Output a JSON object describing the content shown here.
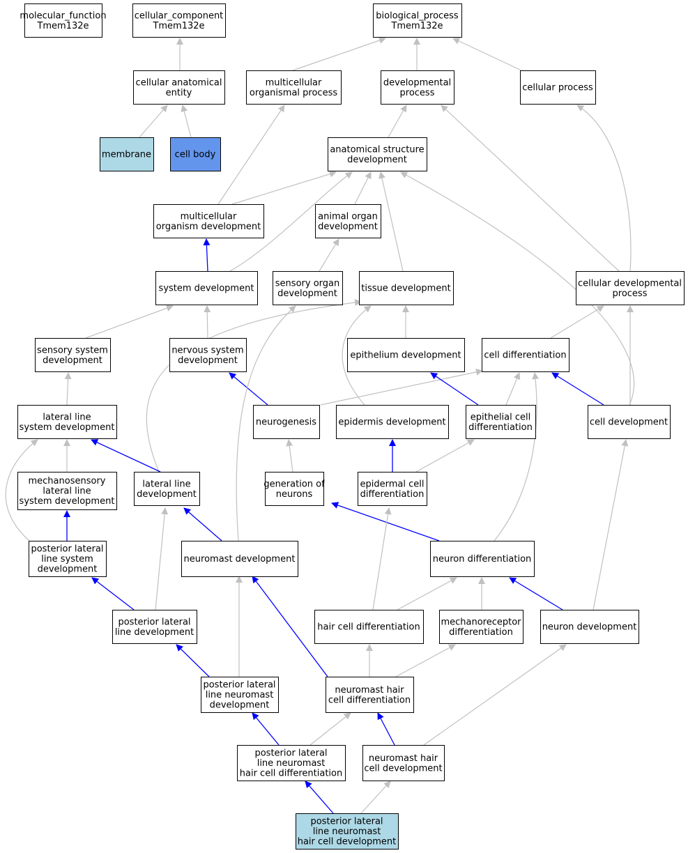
{
  "colors": {
    "is_a_edge": "#c0c0c0",
    "part_of_edge": "#0000ff",
    "default_fill": "#ffffff",
    "light_fill": "#add8e6",
    "dark_fill": "#6495ed"
  },
  "nodes": [
    {
      "id": "mf",
      "lines": [
        "molecular_function",
        "Tmem132e"
      ],
      "fill": "default"
    },
    {
      "id": "cc",
      "lines": [
        "cellular_component",
        "Tmem132e"
      ],
      "fill": "default"
    },
    {
      "id": "bp",
      "lines": [
        "biological_process",
        "Tmem132e"
      ],
      "fill": "default"
    },
    {
      "id": "cae",
      "lines": [
        "cellular anatomical",
        "entity"
      ],
      "fill": "default"
    },
    {
      "id": "mop",
      "lines": [
        "multicellular",
        "organismal process"
      ],
      "fill": "default"
    },
    {
      "id": "dp",
      "lines": [
        "developmental",
        "process"
      ],
      "fill": "default"
    },
    {
      "id": "cp",
      "lines": [
        "cellular process"
      ],
      "fill": "default"
    },
    {
      "id": "mem",
      "lines": [
        "membrane"
      ],
      "fill": "light"
    },
    {
      "id": "cb",
      "lines": [
        "cell body"
      ],
      "fill": "dark"
    },
    {
      "id": "asd",
      "lines": [
        "anatomical structure",
        "development"
      ],
      "fill": "default"
    },
    {
      "id": "mod",
      "lines": [
        "multicellular",
        "organism development"
      ],
      "fill": "default"
    },
    {
      "id": "aod",
      "lines": [
        "animal organ",
        "development"
      ],
      "fill": "default"
    },
    {
      "id": "sd",
      "lines": [
        "system development"
      ],
      "fill": "default"
    },
    {
      "id": "sod",
      "lines": [
        "sensory organ",
        "development"
      ],
      "fill": "default"
    },
    {
      "id": "td",
      "lines": [
        "tissue development"
      ],
      "fill": "default"
    },
    {
      "id": "cdp",
      "lines": [
        "cellular developmental",
        "process"
      ],
      "fill": "default"
    },
    {
      "id": "ssd",
      "lines": [
        "sensory system",
        "development"
      ],
      "fill": "default"
    },
    {
      "id": "nsd",
      "lines": [
        "nervous system",
        "development"
      ],
      "fill": "default"
    },
    {
      "id": "ed",
      "lines": [
        "epithelium development"
      ],
      "fill": "default"
    },
    {
      "id": "cdiff",
      "lines": [
        "cell differentiation"
      ],
      "fill": "default"
    },
    {
      "id": "llsd",
      "lines": [
        "lateral line",
        "system development"
      ],
      "fill": "default"
    },
    {
      "id": "ng",
      "lines": [
        "neurogenesis"
      ],
      "fill": "default"
    },
    {
      "id": "epid",
      "lines": [
        "epidermis development"
      ],
      "fill": "default"
    },
    {
      "id": "ecd",
      "lines": [
        "epithelial cell",
        "differentiation"
      ],
      "fill": "default"
    },
    {
      "id": "celldev",
      "lines": [
        "cell development"
      ],
      "fill": "default"
    },
    {
      "id": "mllsd",
      "lines": [
        "mechanosensory",
        "lateral line",
        "system development"
      ],
      "fill": "default"
    },
    {
      "id": "lld",
      "lines": [
        "lateral line",
        "development"
      ],
      "fill": "default"
    },
    {
      "id": "gon",
      "lines": [
        "generation of",
        "neurons"
      ],
      "fill": "default"
    },
    {
      "id": "epcd",
      "lines": [
        "epidermal cell",
        "differentiation"
      ],
      "fill": "default"
    },
    {
      "id": "pllsd",
      "lines": [
        "posterior lateral",
        "line system",
        "development"
      ],
      "fill": "default"
    },
    {
      "id": "nmd",
      "lines": [
        "neuromast development"
      ],
      "fill": "default"
    },
    {
      "id": "nd",
      "lines": [
        "neuron differentiation"
      ],
      "fill": "default"
    },
    {
      "id": "plld",
      "lines": [
        "posterior lateral",
        "line development"
      ],
      "fill": "default"
    },
    {
      "id": "hcd",
      "lines": [
        "hair cell differentiation"
      ],
      "fill": "default"
    },
    {
      "id": "mrd",
      "lines": [
        "mechanoreceptor",
        "differentiation"
      ],
      "fill": "default"
    },
    {
      "id": "ndev",
      "lines": [
        "neuron development"
      ],
      "fill": "default"
    },
    {
      "id": "pllnd",
      "lines": [
        "posterior lateral",
        "line neuromast",
        "development"
      ],
      "fill": "default"
    },
    {
      "id": "nhcd",
      "lines": [
        "neuromast hair",
        "cell differentiation"
      ],
      "fill": "default"
    },
    {
      "id": "pllnhcdiff",
      "lines": [
        "posterior lateral",
        "line neuromast",
        "hair cell differentiation"
      ],
      "fill": "default"
    },
    {
      "id": "nhcdev",
      "lines": [
        "neuromast hair",
        "cell development"
      ],
      "fill": "default"
    },
    {
      "id": "pllnhcdev",
      "lines": [
        "posterior lateral",
        "line neuromast",
        "hair cell development"
      ],
      "fill": "light"
    }
  ],
  "edges": [
    {
      "from": "cae",
      "to": "cc",
      "type": "is_a"
    },
    {
      "from": "mop",
      "to": "bp",
      "type": "is_a"
    },
    {
      "from": "dp",
      "to": "bp",
      "type": "is_a"
    },
    {
      "from": "cp",
      "to": "bp",
      "type": "is_a"
    },
    {
      "from": "mem",
      "to": "cae",
      "type": "is_a"
    },
    {
      "from": "cb",
      "to": "cae",
      "type": "is_a"
    },
    {
      "from": "asd",
      "to": "dp",
      "type": "is_a"
    },
    {
      "from": "mod",
      "to": "mop",
      "type": "is_a"
    },
    {
      "from": "mod",
      "to": "asd",
      "type": "is_a"
    },
    {
      "from": "aod",
      "to": "asd",
      "type": "is_a"
    },
    {
      "from": "sd",
      "to": "asd",
      "type": "is_a"
    },
    {
      "from": "sd",
      "to": "mod",
      "type": "part_of"
    },
    {
      "from": "sod",
      "to": "aod",
      "type": "is_a"
    },
    {
      "from": "td",
      "to": "asd",
      "type": "is_a"
    },
    {
      "from": "cdp",
      "to": "dp",
      "type": "is_a"
    },
    {
      "from": "cdp",
      "to": "cp",
      "type": "is_a"
    },
    {
      "from": "ssd",
      "to": "sd",
      "type": "is_a"
    },
    {
      "from": "nsd",
      "to": "sd",
      "type": "is_a"
    },
    {
      "from": "ed",
      "to": "td",
      "type": "is_a"
    },
    {
      "from": "cdiff",
      "to": "cdp",
      "type": "is_a"
    },
    {
      "from": "llsd",
      "to": "ssd",
      "type": "is_a"
    },
    {
      "from": "ng",
      "to": "cdiff",
      "type": "is_a"
    },
    {
      "from": "ng",
      "to": "nsd",
      "type": "part_of"
    },
    {
      "from": "epid",
      "to": "td",
      "type": "is_a"
    },
    {
      "from": "ecd",
      "to": "cdiff",
      "type": "is_a"
    },
    {
      "from": "ecd",
      "to": "ed",
      "type": "part_of"
    },
    {
      "from": "celldev",
      "to": "asd",
      "type": "is_a"
    },
    {
      "from": "celldev",
      "to": "cdp",
      "type": "is_a"
    },
    {
      "from": "celldev",
      "to": "cdiff",
      "type": "part_of"
    },
    {
      "from": "mllsd",
      "to": "llsd",
      "type": "is_a"
    },
    {
      "from": "lld",
      "to": "td",
      "type": "is_a"
    },
    {
      "from": "lld",
      "to": "llsd",
      "type": "part_of"
    },
    {
      "from": "gon",
      "to": "ng",
      "type": "is_a"
    },
    {
      "from": "epcd",
      "to": "ecd",
      "type": "is_a"
    },
    {
      "from": "epcd",
      "to": "epid",
      "type": "part_of"
    },
    {
      "from": "pllsd",
      "to": "llsd",
      "type": "is_a"
    },
    {
      "from": "pllsd",
      "to": "mllsd",
      "type": "part_of"
    },
    {
      "from": "nmd",
      "to": "sod",
      "type": "is_a"
    },
    {
      "from": "nmd",
      "to": "lld",
      "type": "part_of"
    },
    {
      "from": "nd",
      "to": "cdiff",
      "type": "is_a"
    },
    {
      "from": "nd",
      "to": "gon",
      "type": "part_of"
    },
    {
      "from": "plld",
      "to": "lld",
      "type": "is_a"
    },
    {
      "from": "plld",
      "to": "pllsd",
      "type": "part_of"
    },
    {
      "from": "hcd",
      "to": "epcd",
      "type": "is_a"
    },
    {
      "from": "hcd",
      "to": "nd",
      "type": "is_a"
    },
    {
      "from": "mrd",
      "to": "nd",
      "type": "is_a"
    },
    {
      "from": "ndev",
      "to": "celldev",
      "type": "is_a"
    },
    {
      "from": "ndev",
      "to": "nd",
      "type": "part_of"
    },
    {
      "from": "pllnd",
      "to": "nmd",
      "type": "is_a"
    },
    {
      "from": "pllnd",
      "to": "plld",
      "type": "part_of"
    },
    {
      "from": "nhcd",
      "to": "hcd",
      "type": "is_a"
    },
    {
      "from": "nhcd",
      "to": "mrd",
      "type": "is_a"
    },
    {
      "from": "nhcd",
      "to": "nmd",
      "type": "part_of"
    },
    {
      "from": "pllnhcdiff",
      "to": "nhcd",
      "type": "is_a"
    },
    {
      "from": "pllnhcdiff",
      "to": "pllnd",
      "type": "part_of"
    },
    {
      "from": "nhcdev",
      "to": "ndev",
      "type": "is_a"
    },
    {
      "from": "nhcdev",
      "to": "nhcd",
      "type": "part_of"
    },
    {
      "from": "pllnhcdev",
      "to": "nhcdev",
      "type": "is_a"
    },
    {
      "from": "pllnhcdev",
      "to": "pllnhcdiff",
      "type": "part_of"
    }
  ]
}
